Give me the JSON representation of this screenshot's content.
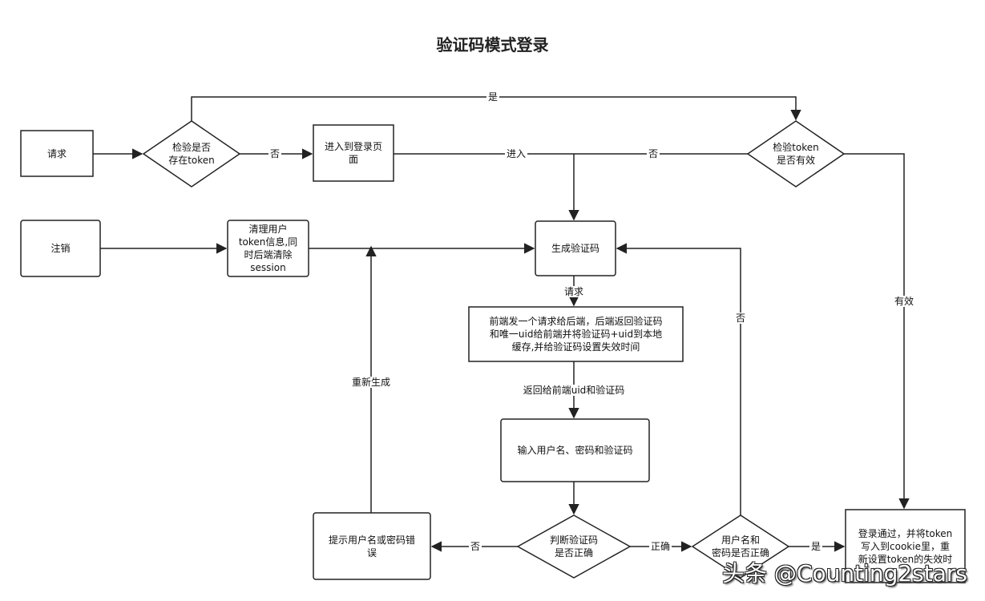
{
  "title": "验证码模式登录",
  "nodes": {
    "request": "请求",
    "check_token_exists": "检验是否\n存在token",
    "enter_login_page": "进入到登录页\n面",
    "check_token_valid": "检验token\n是否有效",
    "logout": "注销",
    "clear_user": "清理用户\ntoken信息,同\n时后端清除\nsession",
    "generate_captcha": "生成验证码",
    "frontend_request": "前端发一个请求给后端，后端返回验证码\n和唯一uid给前端并将验证码+uid到本地\n缓存,并给验证码设置失效时间",
    "input_credentials": "输入用户名、密码和验证码",
    "check_captcha": "判断验证码\n是否正确",
    "check_user_pwd": "用户名和\n密码是否正确",
    "show_error": "提示用户名或密码错\n误",
    "login_success": "登录通过，并将token\n写入到cookie里，重\n新设置token的失效时"
  },
  "edge_labels": {
    "yes_top": "是",
    "no_1": "否",
    "enter": "进入",
    "no_2": "否",
    "valid": "有效",
    "request": "请求",
    "return_uid": "返回给前端uid和验证码",
    "regenerate": "重新生成",
    "no_right": "否",
    "no_error": "否",
    "correct": "正确",
    "yes_bottom": "是"
  },
  "watermark": "头条 @Counting2stars",
  "colors": {
    "stroke": "#222222",
    "fill": "#ffffff"
  }
}
